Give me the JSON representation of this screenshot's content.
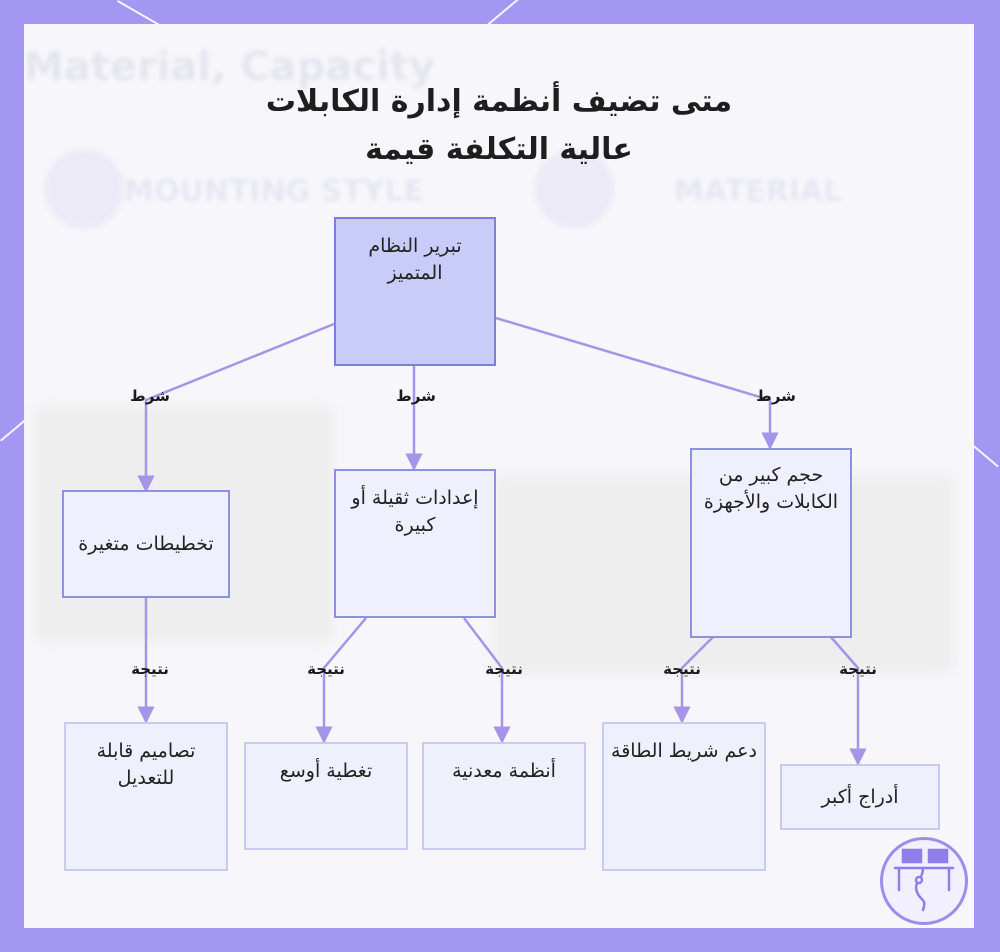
{
  "title": {
    "line1": "متى تضيف أنظمة إدارة الكابلات",
    "line2": "عالية التكلفة قيمة"
  },
  "background_ghost": {
    "line_a": "Material, Capacity",
    "line_b": "MOUNTING STYLE",
    "line_c": "MATERIAL"
  },
  "nodes": {
    "root": "تبرير النظام المتميز",
    "variable_layouts": "تخطيطات متغيرة",
    "heavy_setups": "إعدادات ثقيلة أو كبيرة",
    "large_volume": "حجم كبير من الكابلات والأجهزة",
    "adjustable_designs": "تصاميم قابلة للتعديل",
    "wider_coverage": "تغطية أوسع",
    "metal_systems": "أنظمة معدنية",
    "power_strip_support": "دعم شريط الطاقة",
    "bigger_drawers": "أدراج أكبر"
  },
  "edge_labels": {
    "condition": "شرط",
    "result": "نتيجة"
  },
  "colors": {
    "frame": "#a397f3",
    "edge": "#a694e8",
    "root_fill": "#c9ccf7",
    "node_border": "#8e92de"
  },
  "icons": {
    "logo": "desk-logo-icon"
  }
}
